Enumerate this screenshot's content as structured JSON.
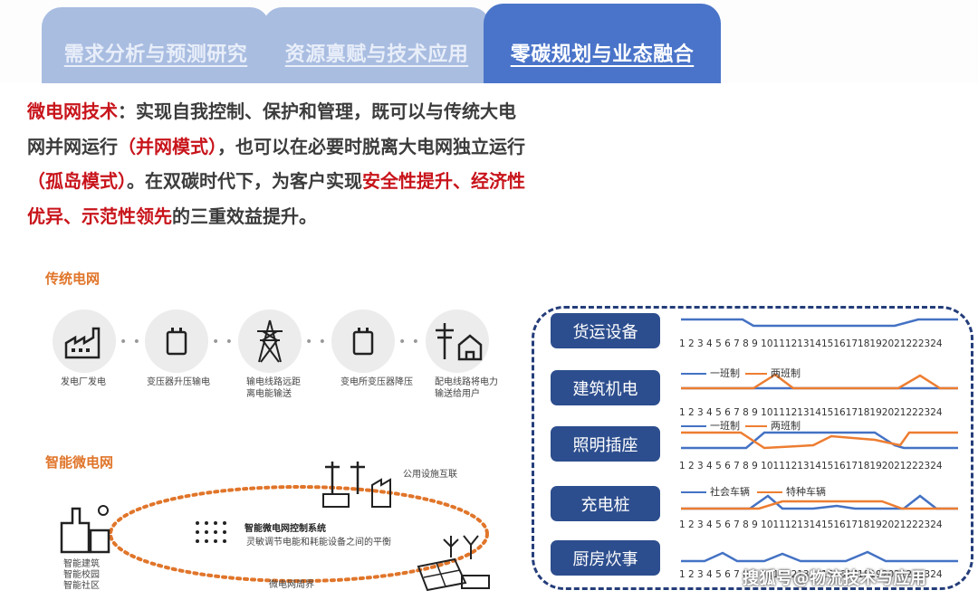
{
  "tabs": [
    {
      "label": "需求分析与预测研究",
      "active": false
    },
    {
      "label": "资源禀赋与技术应用",
      "active": false
    },
    {
      "label": "零碳规划与业态融合",
      "active": true
    }
  ],
  "description": {
    "p1_red": "微电网技术",
    "p1_text": "：实现自我控制、保护和管理，既可以与传统大电网并网运行",
    "p1_red2": "（并网模式）",
    "p1_text2": "，也可以在必要时脱离大电网独立运行",
    "p1_red3": "（孤岛模式）",
    "p1_text3": "。在双碳时代下，为客户实现",
    "p1_red4": "安全性提升、经济性优异、示范性领先",
    "p1_text4": "的三重效益提升。"
  },
  "traditional_grid": {
    "title": "传统电网",
    "steps": [
      {
        "icon": "factory-icon",
        "caption": "发电厂发电"
      },
      {
        "icon": "transformer-icon",
        "caption": "变压器升压输电"
      },
      {
        "icon": "transmission-tower-icon",
        "caption": "输电线路远距\n离电能输送"
      },
      {
        "icon": "transformer-icon",
        "caption": "变电所变压器降压"
      },
      {
        "icon": "distribution-pole-house-icon",
        "caption": "配电线路将电力\n输送给用户"
      }
    ]
  },
  "smart_microgrid": {
    "title": "智能微电网",
    "public_link": "公用设施互联",
    "control_title": "智能微电网控制系统",
    "control_desc": "灵敏调节电能和耗能设备之间的平衡",
    "boundary": "微电网周界",
    "buildings": "智能建筑\n智能校园\n智能社区"
  },
  "load_profiles": {
    "x_labels": "1 2 3 4 5 6 7 8 9 101112131415161718192021222324",
    "rows": [
      {
        "label": "货运设备",
        "legend": []
      },
      {
        "label": "建筑机电",
        "legend": [
          "一班制",
          "两班制"
        ]
      },
      {
        "label": "照明插座",
        "legend": [
          "一班制",
          "两班制"
        ]
      },
      {
        "label": "充电桩",
        "legend": [
          "社会车辆",
          "特种车辆"
        ]
      },
      {
        "label": "厨房炊事",
        "legend": []
      }
    ],
    "colors": {
      "series_a": "#4472c4",
      "series_b": "#ed7d31"
    }
  },
  "watermark": "搜狐号@物流技术与应用"
}
